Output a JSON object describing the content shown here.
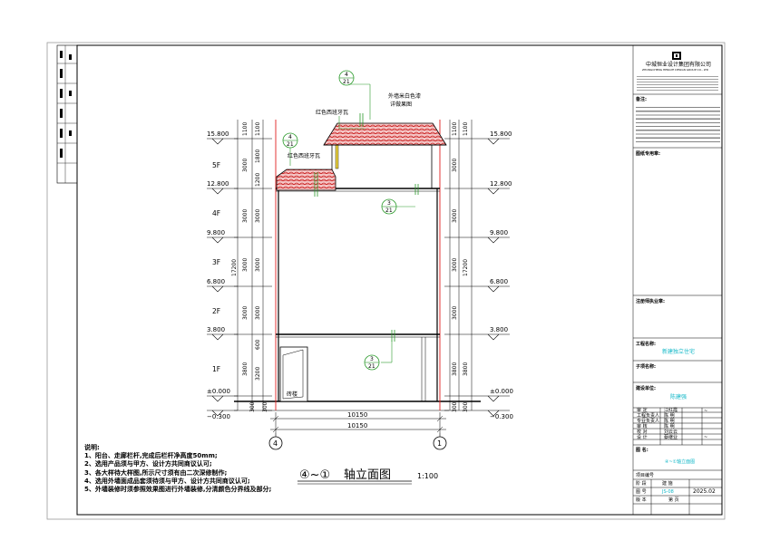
{
  "drawing": {
    "title_axes": "④~①",
    "title_text": "轴立面图",
    "scale": "1:100"
  },
  "levels": {
    "roof": "15.800",
    "l5": "12.800",
    "l4": "9.800",
    "l3": "6.800",
    "l2": "3.800",
    "ground": "±0.000",
    "base": "−0.300"
  },
  "floors": [
    "5F",
    "4F",
    "3F",
    "2F",
    "1F"
  ],
  "dims": {
    "left_outer": [
      "1100",
      "3000",
      "3000",
      "3000",
      "3000",
      "3800",
      "300"
    ],
    "left_inner": [
      "1100",
      "1800",
      "1200",
      "3000",
      "3000",
      "3000",
      "600",
      "3200",
      "300"
    ],
    "total_height": "17200",
    "width_top": "10150",
    "width_bottom": "10150"
  },
  "annotations": {
    "roof_tile_1": "红色西班牙瓦",
    "roof_tile_2": "红色西班牙瓦",
    "wall_paint_l1": "外墙米白色漆",
    "wall_paint_l2": "详做果图",
    "bubble_top_num": "4",
    "bubble_top_den": "21",
    "bubble_mid_num": "3",
    "bubble_mid_den": "21",
    "bubble_low_num": "3",
    "bubble_low_den": "21",
    "bubble_left_num": "4",
    "bubble_left_den": "21",
    "door_label": "砖楼"
  },
  "axes": {
    "left": "4",
    "right": "1"
  },
  "notes": {
    "heading": "说明:",
    "items": [
      "1、阳台、走廊栏杆,完成后栏杆净高度50mm;",
      "2、选用产品须与甲方、设计方共同商议认可;",
      "3、各大样待大样图,所示尺寸须有由二次深修制作;",
      "4、选用外墙面成品套须待须与甲方、设计方共同商议认可;",
      "5、外墙装修时须参照效果图进行外墙装修,分清颜色分界线及部分;"
    ]
  },
  "title_block": {
    "company": "中城恒业设计集团有限公司",
    "company_en": "ZHONGCHENG HENGYE DESIGN GROUP CO., LTD",
    "remark_label": "备注:",
    "seal_label": "图纸专用章:",
    "reg_label": "注册师执业章:",
    "project_label": "工程名称:",
    "project_value": "新建独立住宅",
    "sub_label": "子项名称:",
    "owner_label": "建设单位:",
    "owner_value": "陈建强",
    "drawing_name_label": "图 名:",
    "drawing_name_value": "④~①轴立面图",
    "project_no_label": "项目编号",
    "stage_label": "阶 段",
    "stage_value": "建 施",
    "sheet_no_label": "图 号",
    "sheet_no_value": "JS-08",
    "date_value": "2025.02",
    "version_label": "版 本",
    "page_label": "第 页",
    "roles": [
      "审 定",
      "工程负责人",
      "专业负责人",
      "审 核",
      "校 对",
      "设 计"
    ],
    "role_names": [
      "江红霞",
      "陈 明",
      "陈 明",
      "陈 明",
      "刘云云",
      "蔡继业"
    ]
  }
}
